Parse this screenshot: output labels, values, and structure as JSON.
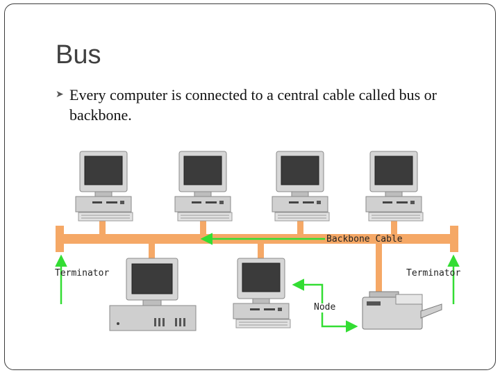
{
  "slide": {
    "title": "Bus",
    "bullet": {
      "icon": "bullet-icon",
      "text": "Every computer is connected to a central cable called bus or backbone."
    }
  },
  "diagram": {
    "labels": {
      "backbone": "Backbone Cable",
      "terminator_left": "Terminator",
      "terminator_right": "Terminator",
      "node": "Node"
    },
    "colors": {
      "cable": "#f5a866",
      "arrow": "#33dd33",
      "device": "#cfcfcf",
      "screen": "#3a3a3a"
    }
  }
}
